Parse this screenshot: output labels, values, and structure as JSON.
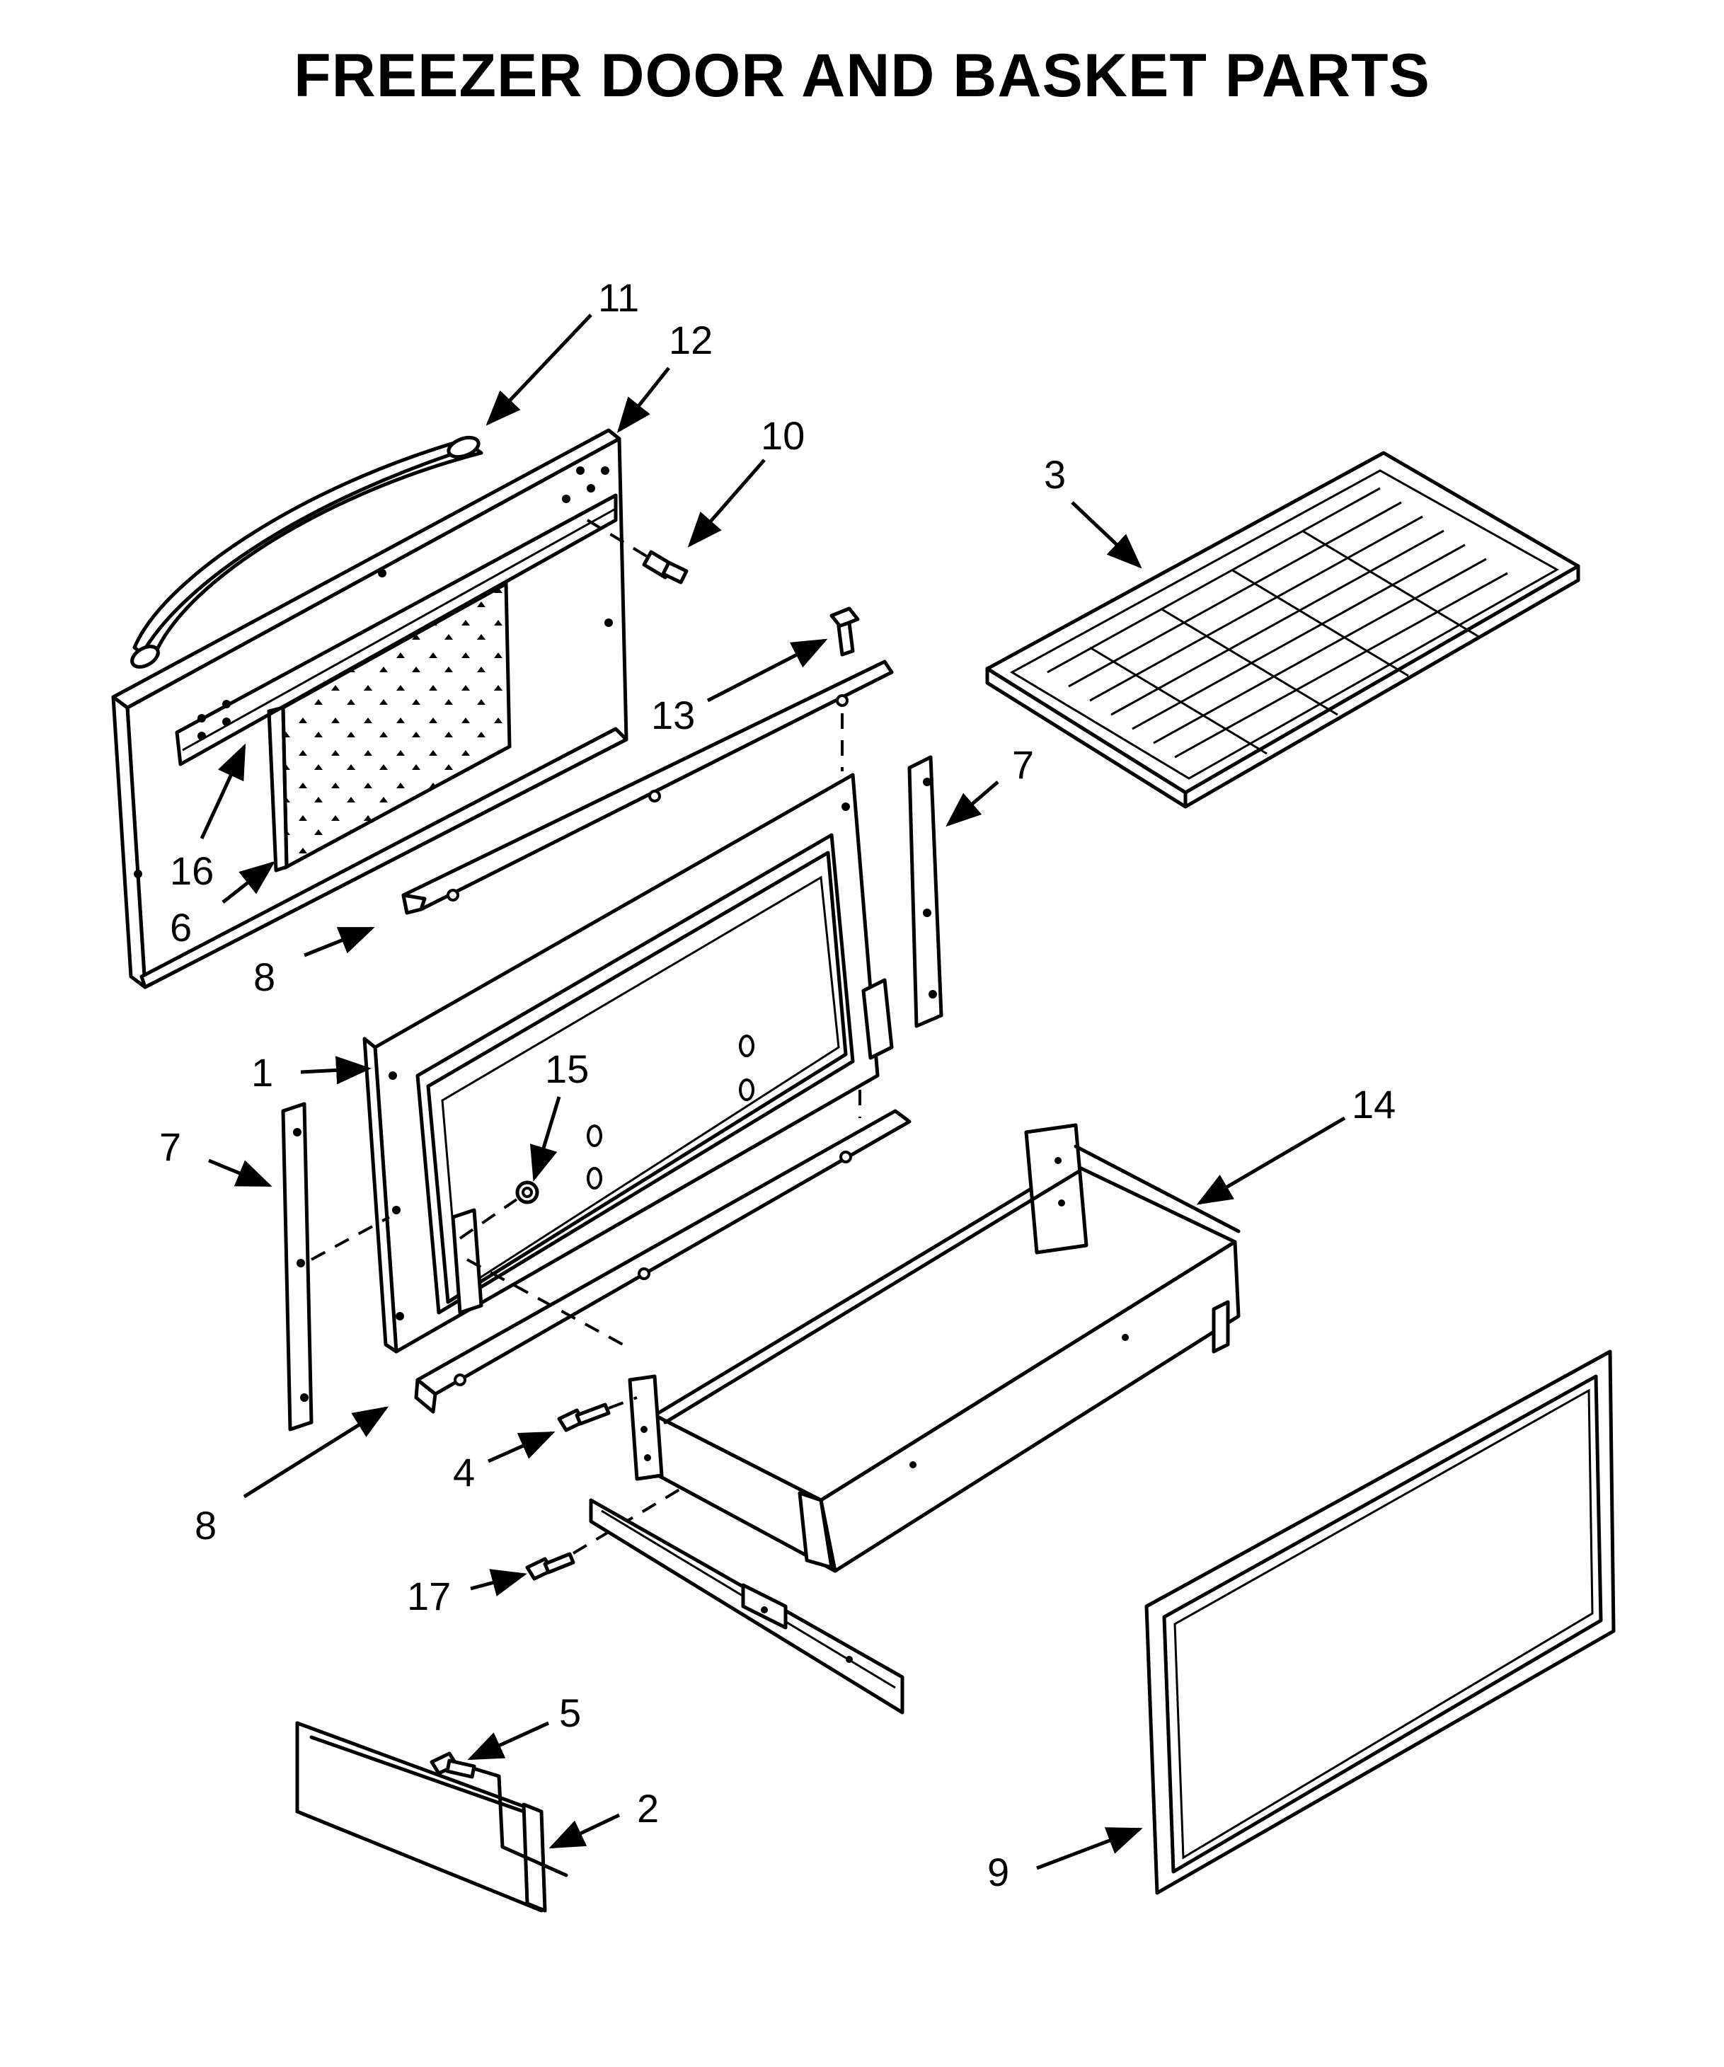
{
  "title": "FREEZER DOOR AND BASKET PARTS",
  "callouts": [
    {
      "id": "11",
      "label": "11"
    },
    {
      "id": "12",
      "label": "12"
    },
    {
      "id": "10",
      "label": "10"
    },
    {
      "id": "3",
      "label": "3"
    },
    {
      "id": "13",
      "label": "13"
    },
    {
      "id": "7a",
      "label": "7"
    },
    {
      "id": "16",
      "label": "16"
    },
    {
      "id": "6",
      "label": "6"
    },
    {
      "id": "8a",
      "label": "8"
    },
    {
      "id": "1",
      "label": "1"
    },
    {
      "id": "15",
      "label": "15"
    },
    {
      "id": "14",
      "label": "14"
    },
    {
      "id": "7b",
      "label": "7"
    },
    {
      "id": "4",
      "label": "4"
    },
    {
      "id": "8b",
      "label": "8"
    },
    {
      "id": "17",
      "label": "17"
    },
    {
      "id": "5",
      "label": "5"
    },
    {
      "id": "2",
      "label": "2"
    },
    {
      "id": "9",
      "label": "9"
    }
  ]
}
